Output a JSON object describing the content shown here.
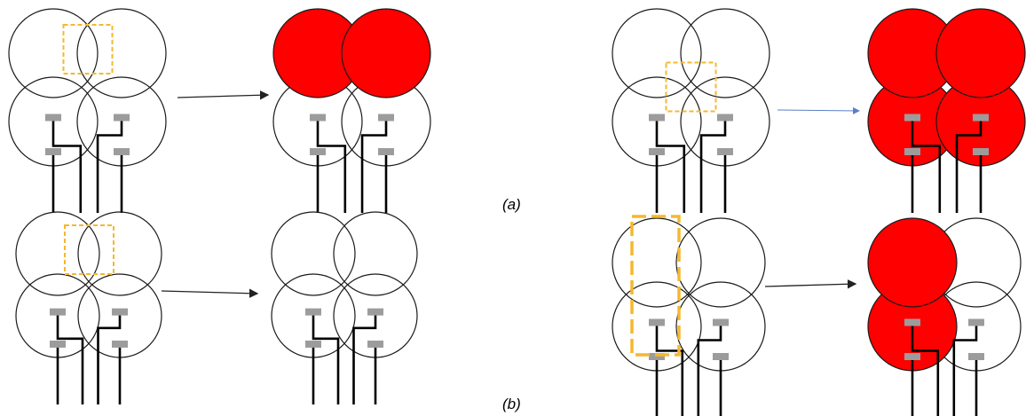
{
  "figure": {
    "labels": {
      "a": "(a)",
      "b": "(b)"
    },
    "colors": {
      "highlight": "#FF0000",
      "selection": "#F5B82E",
      "outline": "#1a1a1a",
      "contact": "#9c9c9c",
      "arrow": "#222222",
      "arrow_thin": "#5a7fc7"
    },
    "panels": [
      {
        "id": "a-left-before",
        "filled": [],
        "selection": "top-center"
      },
      {
        "id": "a-left-after",
        "filled": [
          "top-left",
          "top-right"
        ],
        "selection": null
      },
      {
        "id": "a-right-before",
        "filled": [],
        "selection": "middle-center"
      },
      {
        "id": "a-right-after",
        "filled": [
          "top-left",
          "top-right",
          "bottom-left",
          "bottom-right"
        ],
        "selection": null
      },
      {
        "id": "b-left-before",
        "filled": [],
        "selection": "top-center"
      },
      {
        "id": "b-left-after",
        "filled": [],
        "selection": null
      },
      {
        "id": "b-right-before",
        "filled": [],
        "selection": "left-column"
      },
      {
        "id": "b-right-after",
        "filled": [
          "top-left",
          "bottom-left"
        ],
        "selection": null
      }
    ]
  }
}
